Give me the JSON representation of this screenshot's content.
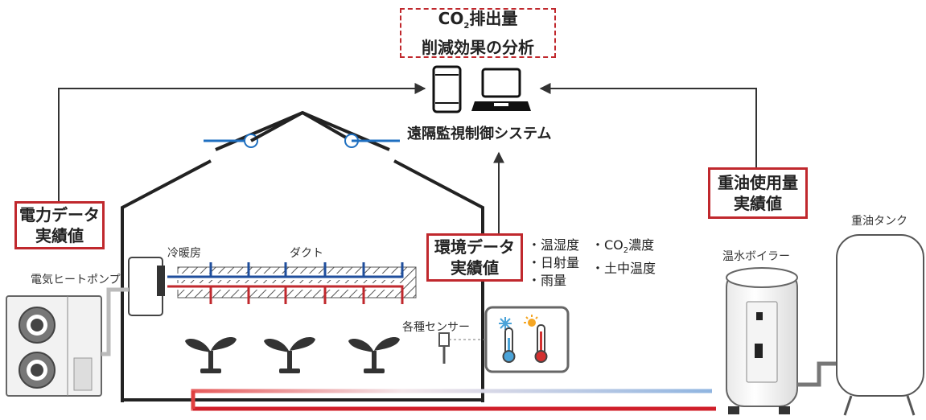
{
  "analysis": {
    "line1": "CO",
    "sub": "2",
    "line1_rest": "排出量",
    "line2": "削減効果の分析"
  },
  "system_label": "遠隔監視制御システム",
  "power_box": {
    "line1": "電力データ",
    "line2": "実績値"
  },
  "env_box": {
    "line1": "環境データ",
    "line2": "実績値"
  },
  "oil_box": {
    "line1": "重油使用量",
    "line2": "実績値"
  },
  "env_items": {
    "col1": [
      "・温湿度",
      "・日射量",
      "・雨量"
    ],
    "col2_prefix": "・CO",
    "col2_sub": "2",
    "col2_rest": "濃度",
    "col2_b": "・土中温度"
  },
  "labels": {
    "heat_pump": "電気ヒートポンプ",
    "cooling_heating": "冷暖房",
    "duct": "ダクト",
    "sensors": "各種センサー",
    "boiler": "温水ボイラー",
    "oil_tank": "重油タンク"
  },
  "colors": {
    "accent_red": "#c0282d",
    "pipe_blue": "#1f4e9c",
    "pipe_red": "#c0282d"
  }
}
